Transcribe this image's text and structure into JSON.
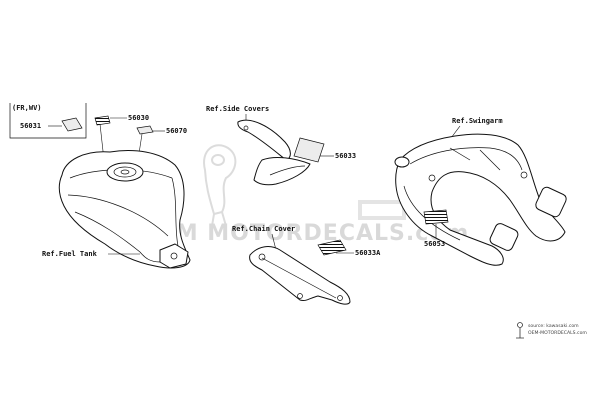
{
  "labels": {
    "fr_wv": "(FR,WV)",
    "p56031": "56031",
    "p56030": "56030",
    "p56070": "56070",
    "ref_fuel_tank": "Ref.Fuel Tank",
    "ref_side_covers": "Ref.Side Covers",
    "p56033": "56033",
    "ref_chain_cover": "Ref.Chain Cover",
    "p56033a": "56033A",
    "ref_swingarm": "Ref.Swingarm",
    "p56053": "56053"
  },
  "watermark": {
    "brand": "OEM MOTORDECALS.com",
    "source_line": "source: kawasaki.com",
    "site_line": "OEM-MOTORDECALS.com"
  }
}
